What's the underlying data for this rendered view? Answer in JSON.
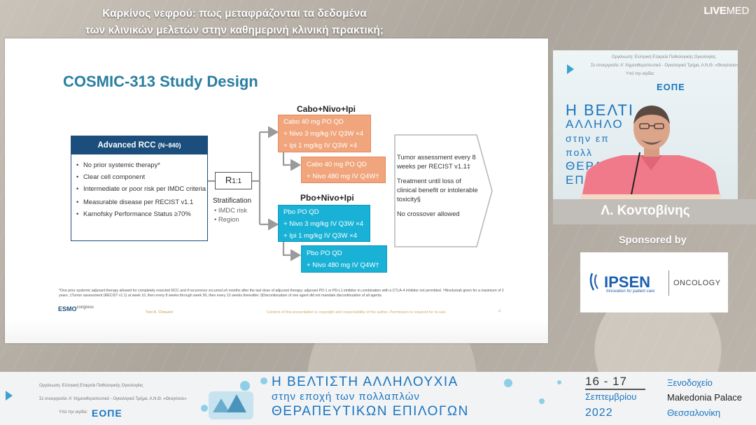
{
  "header": {
    "title_line1": "Καρκίνος νεφρού: πως μεταφράζονται τα δεδομένα",
    "title_line2": "των κλινικών μελετών στην καθημερινή κλινική πρακτική;",
    "brand_live": "LIVE",
    "brand_med": "MED"
  },
  "slide": {
    "title": "COSMIC-313 Study Design",
    "population": {
      "header": "Advanced RCC",
      "n": "(N~840)",
      "items": [
        "No prior systemic therapy*",
        "Clear cell component",
        "Intermediate or poor risk per IMDC criteria",
        "Measurable disease per RECIST v1.1",
        "Karnofsky Performance Status ≥70%"
      ]
    },
    "randomization": {
      "label": "R",
      "ratio": "1:1"
    },
    "stratification": {
      "heading": "Stratification",
      "items": [
        "IMDC risk",
        "Region"
      ]
    },
    "arm_a": {
      "label": "Cabo+Nivo+Ipi",
      "induction": [
        "Cabo 40 mg PO QD",
        "+ Nivo 3 mg/kg IV Q3W ×4",
        "+ Ipi 1 mg/kg IV Q3W ×4"
      ],
      "maintenance": [
        "Cabo 40 mg PO QD",
        "+ Nivo 480 mg IV Q4W†"
      ]
    },
    "arm_b": {
      "label": "Pbo+Nivo+Ipi",
      "induction": [
        "Pbo PO QD",
        "+ Nivo 3 mg/kg IV Q3W ×4",
        "+ Ipi 1 mg/kg IV Q3W ×4"
      ],
      "maintenance": [
        "Pbo PO QD",
        "+ Nivo 480 mg IV Q4W†"
      ]
    },
    "outcome": [
      "Tumor assessment every 8 weeks per RECIST v1.1‡",
      "Treatment until loss of clinical benefit or intolerable toxicity§",
      "No crossover allowed"
    ],
    "footnote": "*One prior systemic adjuvant therapy allowed for completely resected RCC and if recurrence occurred ≥6 months after the last dose of adjuvant therapy; adjuvant PD-1 or PD-L1 inhibitor in combination with a CTLA-4 inhibitor not permitted. †Nivolumab given for a maximum of 2 years. ‡Tumor assessment (RECIST v1.1) at week 10, then every 8 weeks through week 50, then every 12 weeks thereafter. §Discontinuation of one agent did not mandate discontinuation of all agents.",
    "congress_logo": "ESMO",
    "congress_word": "congress",
    "author": "Toni K. Choueiri",
    "copyright": "Content of this presentation is copyright and responsibility of the author. Permission is required for re-use.",
    "page": "4"
  },
  "speaker": {
    "name": "Λ. Κοντοβίνης",
    "org_line1": "Οργάνωση:  Ελληνική Εταιρεία Παθολογικής Ογκολογίας",
    "org_line2": "Σε συνεργασία:  Α' Χημειοθεραπευτικό - Ογκολογικό Τμήμα, Α.Ν.Θ. «Θεαγένειο»",
    "org_line3": "Υπό την αιγίδα:",
    "eope": "ΕΟΠΕ",
    "backdrop_h": "Η ΒΕΛΤΙ",
    "backdrop_l2": "ΑΛΛΗΛΟ",
    "backdrop_l3": "στην επ",
    "backdrop_l4": "πολλ",
    "backdrop_l5": "ΘΕΡΑ",
    "backdrop_l6": "ΕΠΙ"
  },
  "sponsor": {
    "label": "Sponsored by",
    "company": "IPSEN",
    "tagline": "Innovation for patient care",
    "division": "ONCOLOGY"
  },
  "banner": {
    "org_line1": "Οργάνωση:  Ελληνική Εταιρεία Παθολογικής Ογκολογίας",
    "org_line2": "Σε συνεργασία:  Α' Χημειοθεραπευτικό - Ογκολογικό Τμήμα, Α.Ν.Θ. «Θεαγένειο»",
    "org_line3": "Υπό την αιγίδα:",
    "eope": "ΕΟΠΕ",
    "headline1": "Η ΒΕΛΤΙΣΤΗ ΑΛΛΗΛΟΥΧΙΑ",
    "headline2": "στην εποχή των πολλαπλών",
    "headline3": "ΘΕΡΑΠΕΥΤΙΚΩΝ ΕΠΙΛΟΓΩΝ",
    "dates": "16 - 17",
    "month": "Σεπτεμβρίου",
    "year": "2022",
    "venue1": "Ξενοδοχείο",
    "venue2": "Makedonia Palace",
    "venue3": "Θεσσαλονίκη"
  },
  "colors": {
    "slide_title": "#2a7ea1",
    "population_header": "#1b4e7c",
    "arm_a": "#f0a57d",
    "arm_b": "#19b2d6",
    "brand_blue": "#1975c1"
  }
}
